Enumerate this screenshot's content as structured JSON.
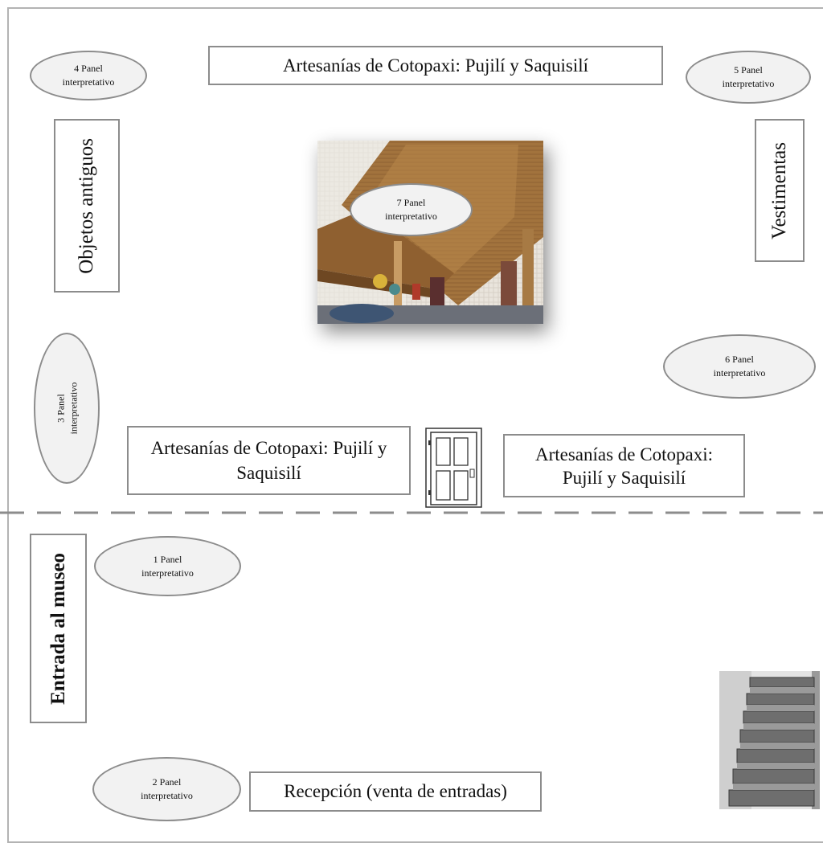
{
  "rooms": {
    "top_sign": "Artesanías de Cotopaxi: Pujilí y Saquisilí",
    "left_sign": "Objetos antiguos",
    "right_sign": "Vestimentas",
    "bottom_left_sign": "Artesanías de Cotopaxi: Pujilí y Saquisilí",
    "bottom_right_sign": "Artesanías de Cotopaxi: Pujilí y Saquisilí",
    "entrance_sign": "Entrada al museo",
    "reception_sign": "Recepción (venta de entradas)"
  },
  "panels": {
    "p1": {
      "num": "1 Panel",
      "label": "interpretativo"
    },
    "p2": {
      "num": "2 Panel",
      "label": "interpretativo"
    },
    "p3": {
      "num": "3 Panel",
      "label": "interpretativo"
    },
    "p4": {
      "num": "4 Panel",
      "label": "interpretativo"
    },
    "p5": {
      "num": "5 Panel",
      "label": "interpretativo"
    },
    "p6": {
      "num": "6 Panel",
      "label": "interpretativo"
    },
    "p7": {
      "num": "7 Panel",
      "label": "interpretativo"
    }
  },
  "colors": {
    "border": "#8c8c8c",
    "oval_fill": "#f2f2f2",
    "dashed_line": "#8c8c8c"
  },
  "icons": {
    "door": "door-icon",
    "stairs": "stairs-photo",
    "exhibit": "exhibit-photo"
  }
}
